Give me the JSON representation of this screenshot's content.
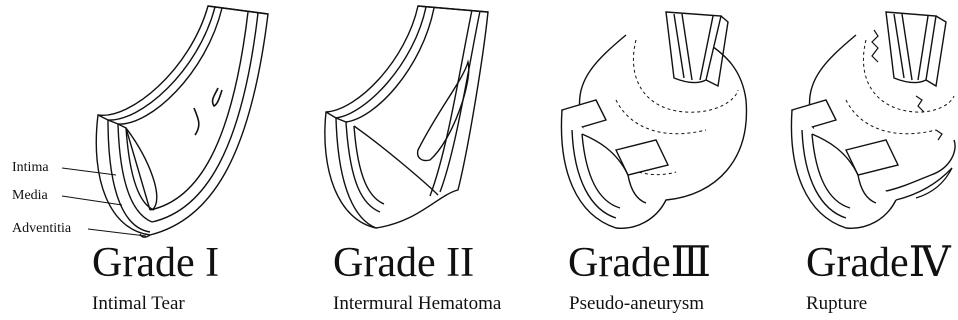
{
  "layers": {
    "intima": "Intima",
    "media": "Media",
    "adventitia": "Adventitia"
  },
  "grades": [
    {
      "title": "Grade I",
      "subtitle": "Intimal Tear"
    },
    {
      "title": "Grade II",
      "subtitle": "Intermural Hematoma"
    },
    {
      "title": "GradeⅢ",
      "subtitle": "Pseudo-aneurysm"
    },
    {
      "title": "GradeⅣ",
      "subtitle": "Rupture"
    }
  ]
}
